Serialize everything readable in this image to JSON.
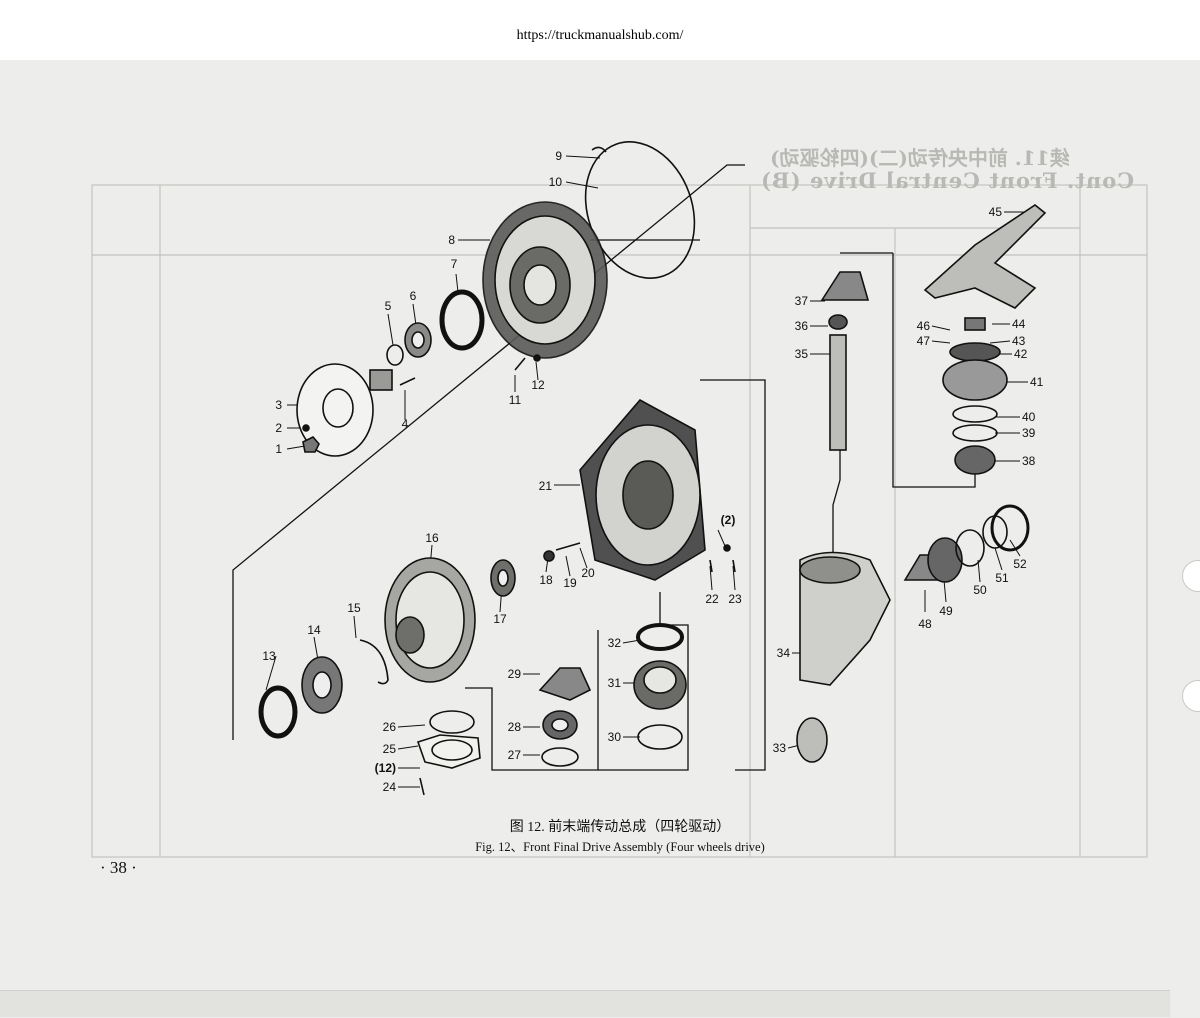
{
  "header": {
    "url": "https://truckmanualshub.com/"
  },
  "figure": {
    "caption_cn": "图 12. 前末端传动总成（四轮驱动）",
    "caption_en": "Fig. 12、Front Final Drive Assembly (Four wheels drive)"
  },
  "page": {
    "number": "· 38 ·"
  },
  "bleed_through": {
    "title_cn": "续11. 前中央传动(二)(四轮驱动)",
    "title_en": "Cont. Front Central Drive (B)"
  },
  "callouts": [
    "1",
    "2",
    "3",
    "4",
    "5",
    "6",
    "7",
    "8",
    "9",
    "10",
    "11",
    "12",
    "13",
    "14",
    "15",
    "16",
    "17",
    "18",
    "19",
    "20",
    "21",
    "22",
    "23",
    "24",
    "25",
    "(12)",
    "26",
    "27",
    "28",
    "29",
    "30",
    "31",
    "32",
    "33",
    "34",
    "35",
    "36",
    "37",
    "38",
    "39",
    "40",
    "41",
    "42",
    "43",
    "44",
    "45",
    "46",
    "47",
    "48",
    "49",
    "50",
    "51",
    "52",
    "(2)"
  ],
  "colors": {
    "page": "#ededeb",
    "ink": "#111111",
    "ghost": "#8d8d8a"
  }
}
